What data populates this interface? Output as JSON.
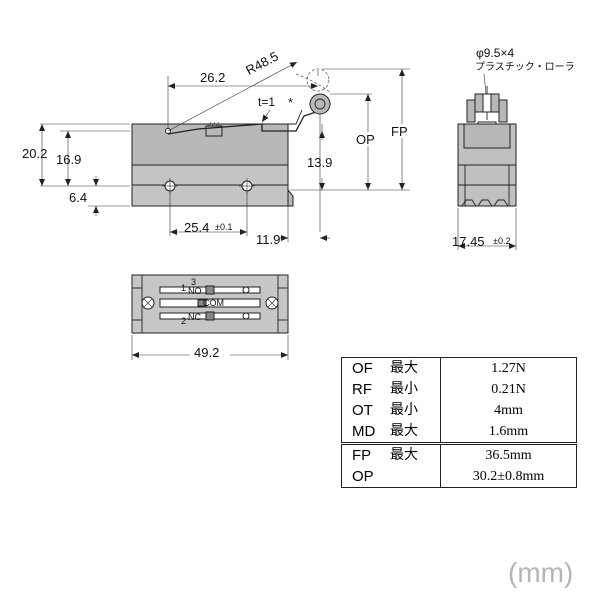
{
  "side_view": {
    "dims": {
      "d_26_2": "26.2",
      "r_48_5": "R48.5",
      "t_1": "t=1",
      "asterisk": "*",
      "d_20_2": "20.2",
      "d_16_9": "16.9",
      "d_6_4": "6.4",
      "d_25_4": "25.4",
      "tol_01": "±0.1",
      "d_11_9": "11.9",
      "d_13_9": "13.9",
      "op": "OP",
      "fp": "FP"
    }
  },
  "end_view": {
    "roller_dim": "φ9.5×4",
    "roller_note": "プラスチック・ローラ",
    "width": "17.45",
    "width_tol": "±0.2"
  },
  "bottom_view": {
    "terminal_1": "1",
    "terminal_2": "2",
    "terminal_3": "3",
    "no": "NO",
    "com": "COM",
    "nc": "NC",
    "length": "49.2"
  },
  "spec_table": {
    "rows": [
      {
        "name": "OF",
        "cond": "最大",
        "value": "1.27N"
      },
      {
        "name": "RF",
        "cond": "最小",
        "value": "0.21N"
      },
      {
        "name": "OT",
        "cond": "最小",
        "value": "4mm"
      },
      {
        "name": "MD",
        "cond": "最大",
        "value": "1.6mm"
      },
      {
        "name": "FP",
        "cond": "最大",
        "value": "36.5mm"
      },
      {
        "name": "OP",
        "cond": "",
        "value": "30.2±0.8mm"
      }
    ]
  },
  "unit_label": "(mm)"
}
